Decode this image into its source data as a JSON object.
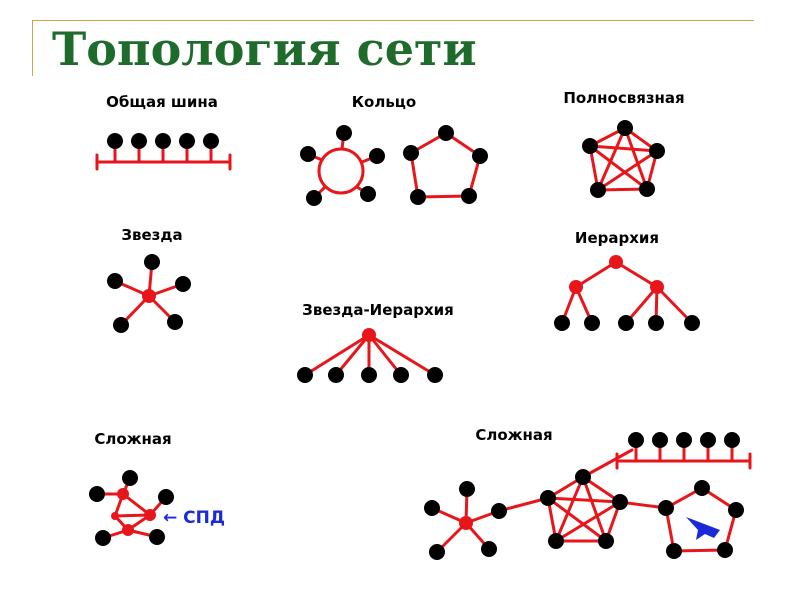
{
  "title": "Топология сети",
  "labels": {
    "bus": "Общая шина",
    "ring": "Кольцо",
    "mesh": "Полносвязная",
    "star": "Звезда",
    "hierarchy": "Иерархия",
    "star_hierarchy": "Звезда-Иерархия",
    "complex_left": "Сложная",
    "complex_right": "Сложная",
    "spd": "← СПД"
  },
  "colors": {
    "title": "#1f6b2b",
    "accent_line": "#c8a84b",
    "link": "#e8161b",
    "node": "#000000",
    "hub": "#e8161b",
    "arrow": "#1a2ad8"
  }
}
